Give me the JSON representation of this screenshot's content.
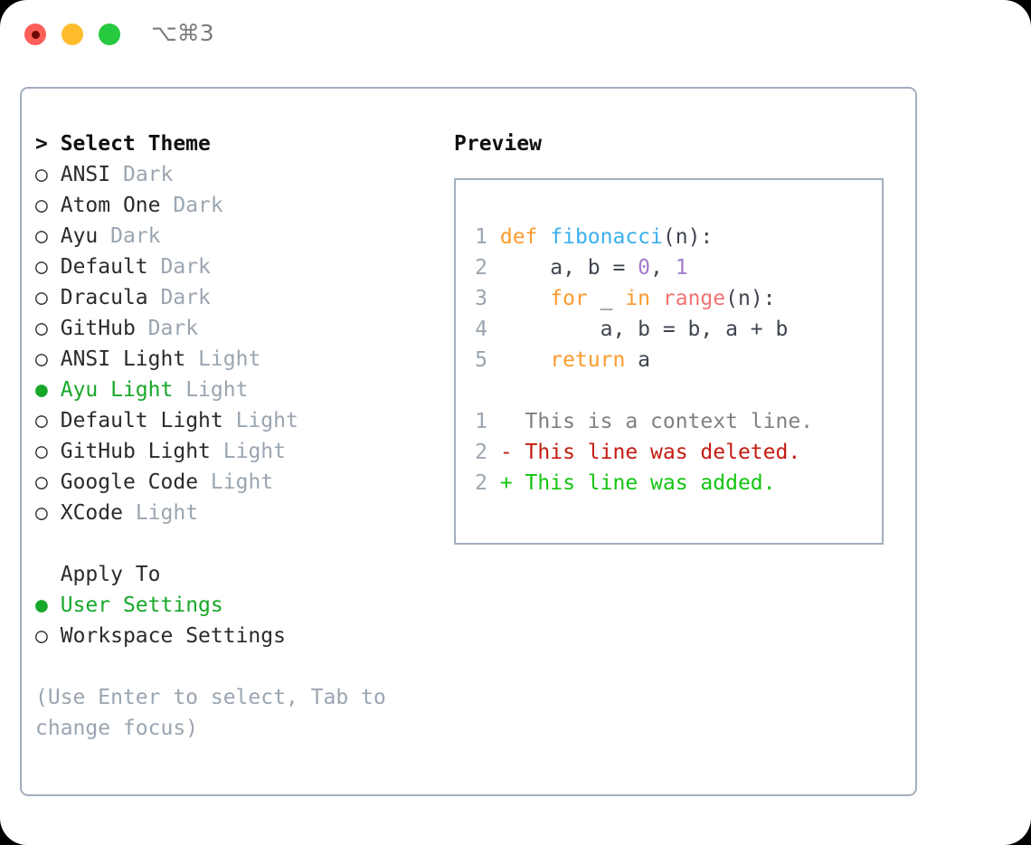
{
  "window": {
    "title": "⌥⌘3",
    "controls": [
      {
        "name": "close",
        "color": "#fc5f57"
      },
      {
        "name": "minimize",
        "color": "#ffbd2e"
      },
      {
        "name": "maximize",
        "color": "#27c93f"
      }
    ]
  },
  "theme_picker": {
    "heading": "> Select Theme",
    "items": [
      {
        "bullet": "○",
        "name": "ANSI",
        "tag": "Dark",
        "selected": false
      },
      {
        "bullet": "○",
        "name": "Atom One",
        "tag": "Dark",
        "selected": false
      },
      {
        "bullet": "○",
        "name": "Ayu",
        "tag": "Dark",
        "selected": false
      },
      {
        "bullet": "○",
        "name": "Default",
        "tag": "Dark",
        "selected": false
      },
      {
        "bullet": "○",
        "name": "Dracula",
        "tag": "Dark",
        "selected": false
      },
      {
        "bullet": "○",
        "name": "GitHub",
        "tag": "Dark",
        "selected": false
      },
      {
        "bullet": "○",
        "name": "ANSI Light",
        "tag": "Light",
        "selected": false
      },
      {
        "bullet": "●",
        "name": "Ayu Light",
        "tag": "Light",
        "selected": true
      },
      {
        "bullet": "○",
        "name": "Default Light",
        "tag": "Light",
        "selected": false
      },
      {
        "bullet": "○",
        "name": "GitHub Light",
        "tag": "Light",
        "selected": false
      },
      {
        "bullet": "○",
        "name": "Google Code",
        "tag": "Light",
        "selected": false
      },
      {
        "bullet": "○",
        "name": "XCode",
        "tag": "Light",
        "selected": false
      }
    ]
  },
  "apply_to": {
    "label": "  Apply To",
    "items": [
      {
        "bullet": "●",
        "name": "User Settings",
        "selected": true
      },
      {
        "bullet": "○",
        "name": "Workspace Settings",
        "selected": false
      }
    ]
  },
  "hint": "(Use Enter to select, Tab to change focus)",
  "preview": {
    "title": "Preview",
    "code_lines": [
      {
        "num": "1",
        "tokens": [
          {
            "t": " def ",
            "c": "kw"
          },
          {
            "t": "fibonacci",
            "c": "fn"
          },
          {
            "t": "(n):",
            "c": "pl"
          }
        ]
      },
      {
        "num": "2",
        "tokens": [
          {
            "t": "     a, b = ",
            "c": "pl"
          },
          {
            "t": "0",
            "c": "num"
          },
          {
            "t": ", ",
            "c": "pl"
          },
          {
            "t": "1",
            "c": "num"
          }
        ]
      },
      {
        "num": "3",
        "tokens": [
          {
            "t": "     for ",
            "c": "kw"
          },
          {
            "t": "_ ",
            "c": "pl"
          },
          {
            "t": "in ",
            "c": "kw"
          },
          {
            "t": "range",
            "c": "bi"
          },
          {
            "t": "(n):",
            "c": "pl"
          }
        ]
      },
      {
        "num": "4",
        "tokens": [
          {
            "t": "         a, b = b, a + b",
            "c": "pl"
          }
        ]
      },
      {
        "num": "5",
        "tokens": [
          {
            "t": "     return ",
            "c": "kw"
          },
          {
            "t": "a",
            "c": "pl"
          }
        ]
      }
    ],
    "diff_lines": [
      {
        "num": "1",
        "marker": "  ",
        "text": "This is a context line.",
        "kind": "ctx"
      },
      {
        "num": "2",
        "marker": "- ",
        "text": "This line was deleted.",
        "kind": "del"
      },
      {
        "num": "2",
        "marker": "+ ",
        "text": "This line was added.",
        "kind": "add"
      }
    ]
  },
  "colors": {
    "accent_green": "#17a829",
    "muted": "#9aa5b1",
    "border": "#a3aebd",
    "keyword": "#fb9a2e",
    "function": "#3aafee",
    "number": "#a37acc",
    "builtin": "#f27272",
    "deleted": "#c41b12",
    "added": "#13c40f"
  }
}
